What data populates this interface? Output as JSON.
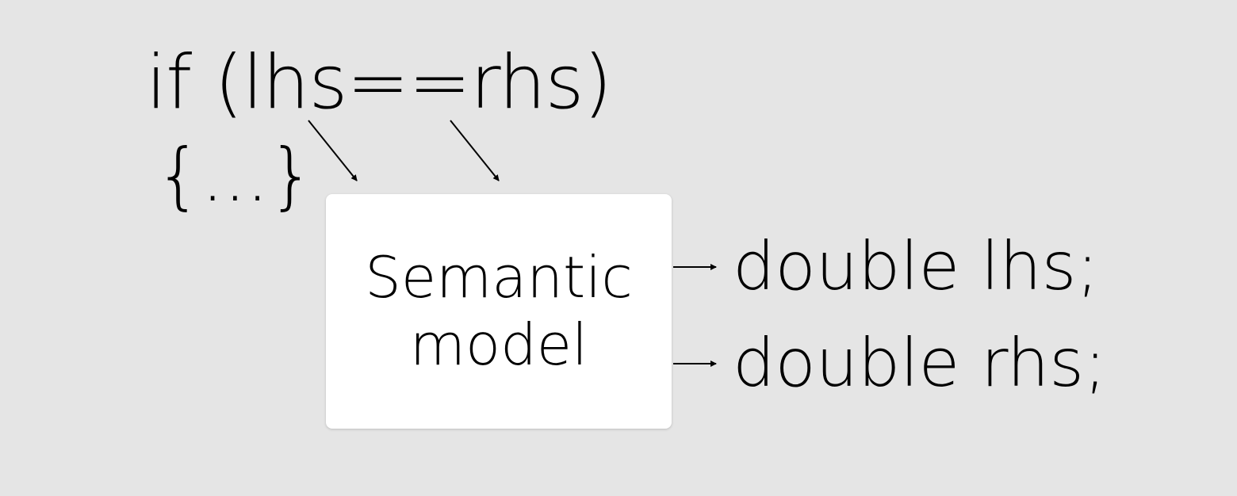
{
  "diagram": {
    "code": {
      "condition": "if (lhs==rhs)",
      "body": "{...}"
    },
    "model": {
      "line1": "Semantic",
      "line2": "model"
    },
    "declarations": [
      {
        "text": "double lhs;"
      },
      {
        "text": "double rhs;"
      }
    ],
    "colors": {
      "background": "#e5e5e5",
      "box": "#ffffff",
      "ink": "#000000"
    }
  }
}
